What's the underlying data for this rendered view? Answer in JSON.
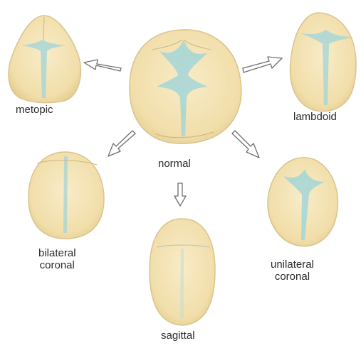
{
  "labels": {
    "metopic": "metopic",
    "lambdoid": "lambdoid",
    "normal": "normal",
    "bilateral_line1": "bilateral",
    "bilateral_line2": "coronal",
    "sagittal": "sagittal",
    "unilateral_line1": "unilateral",
    "unilateral_line2": "coronal"
  },
  "colors": {
    "skull_fill": "#f3e2b4",
    "skull_edge": "#d9c48e",
    "suture": "#a9d6d6",
    "arrow_fill": "#ffffff",
    "arrow_stroke": "#6e6e6e",
    "text": "#2b2b2b"
  }
}
